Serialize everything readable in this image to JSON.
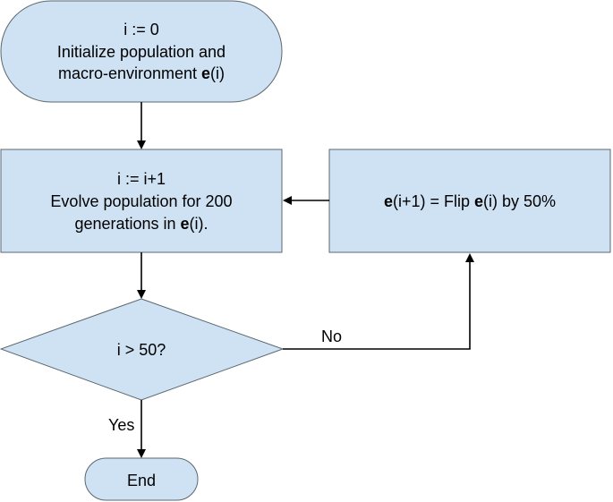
{
  "colors": {
    "node_fill": "#cfe2f3",
    "node_stroke": "#5b6770",
    "connector": "#000000"
  },
  "nodes": {
    "start": {
      "line1": "i := 0",
      "line2": "Initialize population and",
      "line3_prefix": "macro-environment ",
      "line3_bold": "e",
      "line3_suffix": "(i)"
    },
    "evolve": {
      "line1": "i := i+1",
      "line2": "Evolve population for 200",
      "line3_prefix": "generations in ",
      "line3_bold": "e",
      "line3_suffix": "(i)."
    },
    "flip": {
      "bold1": "e",
      "text1": "(i+1) = Flip ",
      "bold2": "e",
      "text2": "(i) by 50%"
    },
    "decision": {
      "text": "i > 50?"
    },
    "end": {
      "text": "End"
    }
  },
  "edges": {
    "no_label": "No",
    "yes_label": "Yes"
  }
}
